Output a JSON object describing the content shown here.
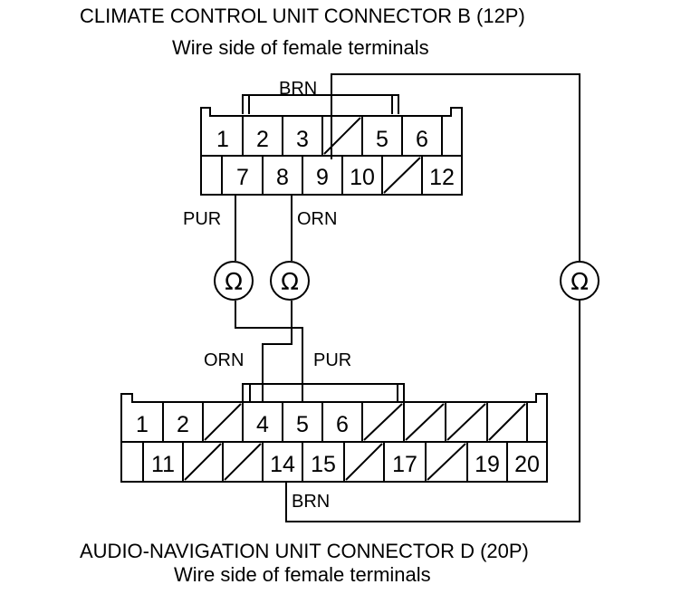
{
  "connector_b": {
    "title": "CLIMATE CONTROL UNIT CONNECTOR B (12P)",
    "subtitle": "Wire side of female terminals",
    "row1": [
      "1",
      "2",
      "3",
      "",
      "5",
      "6"
    ],
    "row2": [
      "",
      "7",
      "8",
      "9",
      "10",
      "",
      "12"
    ]
  },
  "connector_d": {
    "title": "AUDIO-NAVIGATION UNIT CONNECTOR D (20P)",
    "subtitle": "Wire side of female terminals",
    "row1": [
      "1",
      "2",
      "",
      "4",
      "5",
      "6",
      "",
      "",
      "",
      ""
    ],
    "row2": [
      "",
      "11",
      "",
      "",
      "14",
      "15",
      "",
      "17",
      "",
      "19",
      "20"
    ]
  },
  "wires": {
    "brn_top": "BRN",
    "pur_top": "PUR",
    "orn_top": "ORN",
    "orn_bottom": "ORN",
    "pur_bottom": "PUR",
    "brn_bottom": "BRN"
  },
  "meters": {
    "symbol": "Ω"
  }
}
